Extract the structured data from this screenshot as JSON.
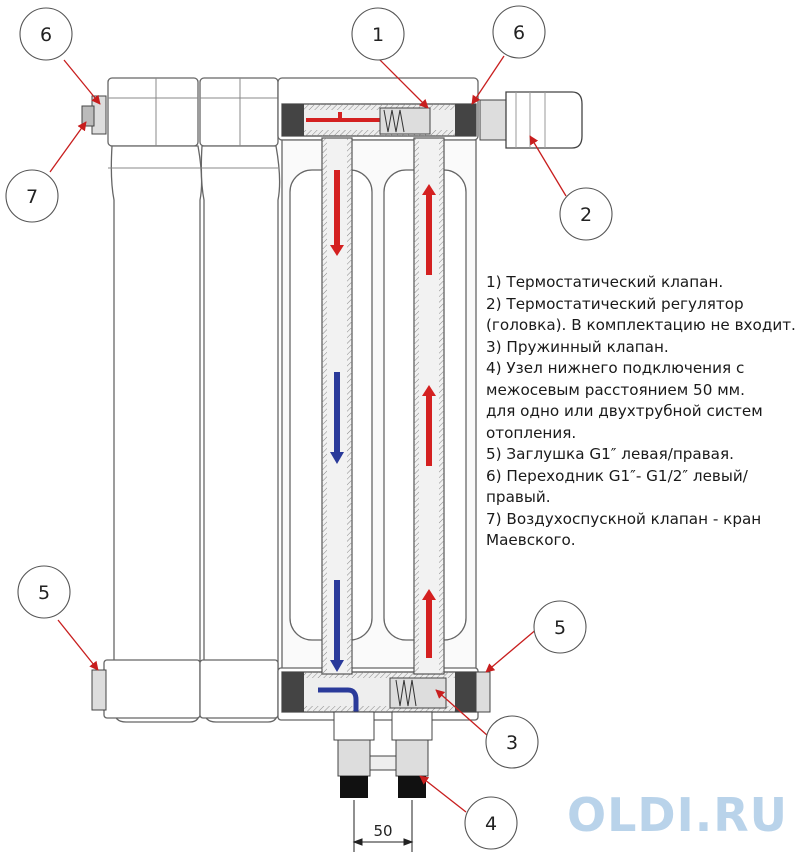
{
  "callouts": {
    "c1": "1",
    "c2": "2",
    "c3": "3",
    "c4": "4",
    "c5_left": "5",
    "c5_right": "5",
    "c6_left": "6",
    "c6_right": "6",
    "c7": "7"
  },
  "dimension_label": "50",
  "legend": [
    "1) Термостатический клапан.",
    "2) Термостатический регулятор\n(головка). В комплектацию не входит.",
    "3) Пружинный клапан.",
    "4) Узел нижнего подключения с\nмежосевым расстоянием 50 мм.\nдля одно или двухтрубной систем\nотопления.",
    "5) Заглушка G1″ левая/правая.",
    "6) Переходник G1″- G1/2″ левый/\nправый.",
    "7) Воздухоспускной клапан - кран\nМаевского."
  ],
  "watermark": "OLDI.RU",
  "colors": {
    "hot_flow": "#d42020",
    "cold_flow": "#2a3a9a",
    "leader_line": "#c81e1e",
    "outline": "#555555"
  }
}
